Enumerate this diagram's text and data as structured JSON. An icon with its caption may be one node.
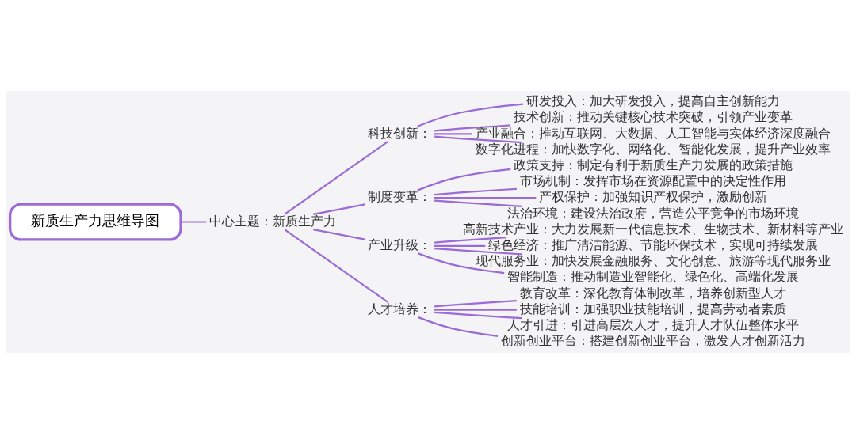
{
  "diagram": {
    "nodes": [
      {
        "text": [
          "新质生产力思维导图"
        ]
      },
      {
        "text": [
          "中心主题：新质生产力"
        ]
      },
      {
        "text": [
          "科技创新："
        ]
      },
      {
        "text": [
          "研发投入：加大研发投入，提高自主创新能力"
        ]
      },
      {
        "text": [
          "技术创新：推动关键核心技术突破，引领产业变革"
        ]
      },
      {
        "text": [
          "产业融合：推动互联网、大数据、人工智能与实体经济深度融合"
        ]
      },
      {
        "text": [
          "数字化进程：加快数字化、网络化、智能化发展，提升产业效率"
        ]
      },
      {
        "text": [
          "制度变革："
        ]
      },
      {
        "text": [
          "政策支持：制定有利于新质生产力发展的政策措施"
        ]
      },
      {
        "text": [
          "市场机制：发挥市场在资源配置中的决定性作用"
        ]
      },
      {
        "text": [
          "产权保护：加强知识产权保护，激励创新"
        ]
      },
      {
        "text": [
          "法治环境：建设法治政府，营造公平竞争的市场环境"
        ]
      },
      {
        "text": [
          "产业升级："
        ]
      },
      {
        "text": [
          "高新技术产业：大力发展新一代信息技术、生物技术、新材料等产业"
        ]
      },
      {
        "text": [
          "绿色经济：推广清洁能源、节能环保技术，实现可持续发展"
        ]
      },
      {
        "text": [
          "现代服务业：加快发展金融服务、文化创意、旅游等现代服务业"
        ]
      },
      {
        "text": [
          "智能制造：推动制造业智能化、绿色化、高端化发展"
        ]
      },
      {
        "text": [
          "人才培养："
        ]
      },
      {
        "text": [
          "教育改革：深化教育体制改革，培养创新型人才"
        ]
      },
      {
        "text": [
          "技能培训：加强职业技能培训，提高劳动者素质"
        ]
      },
      {
        "text": [
          "人才引进：引进高层次人才，提升人才队伍整体水平"
        ]
      },
      {
        "text": [
          "创新创业平台：搭建创新创业平台，激发人才创新活力"
        ]
      }
    ],
    "edges": [
      {
        "from": 0,
        "to": 1,
        "arrow": "none"
      },
      {
        "from": 1,
        "to": 2,
        "arrow": "none"
      },
      {
        "from": 1,
        "to": 7,
        "arrow": "none"
      },
      {
        "from": 1,
        "to": 12,
        "arrow": "none"
      },
      {
        "from": 1,
        "to": 17,
        "arrow": "none"
      },
      {
        "from": 2,
        "to": 3,
        "arrow": "none"
      },
      {
        "from": 2,
        "to": 4,
        "arrow": "none"
      },
      {
        "from": 2,
        "to": 5,
        "arrow": "none"
      },
      {
        "from": 2,
        "to": 6,
        "arrow": "none"
      },
      {
        "from": 7,
        "to": 8,
        "arrow": "none"
      },
      {
        "from": 7,
        "to": 9,
        "arrow": "none"
      },
      {
        "from": 7,
        "to": 10,
        "arrow": "none"
      },
      {
        "from": 7,
        "to": 11,
        "arrow": "none"
      },
      {
        "from": 12,
        "to": 13,
        "arrow": "none"
      },
      {
        "from": 12,
        "to": 14,
        "arrow": "none"
      },
      {
        "from": 12,
        "to": 15,
        "arrow": "none"
      },
      {
        "from": 12,
        "to": 16,
        "arrow": "none"
      },
      {
        "from": 17,
        "to": 18,
        "arrow": "none"
      },
      {
        "from": 17,
        "to": 19,
        "arrow": "none"
      },
      {
        "from": 17,
        "to": 20,
        "arrow": "none"
      },
      {
        "from": 17,
        "to": 21,
        "arrow": "none"
      }
    ]
  }
}
